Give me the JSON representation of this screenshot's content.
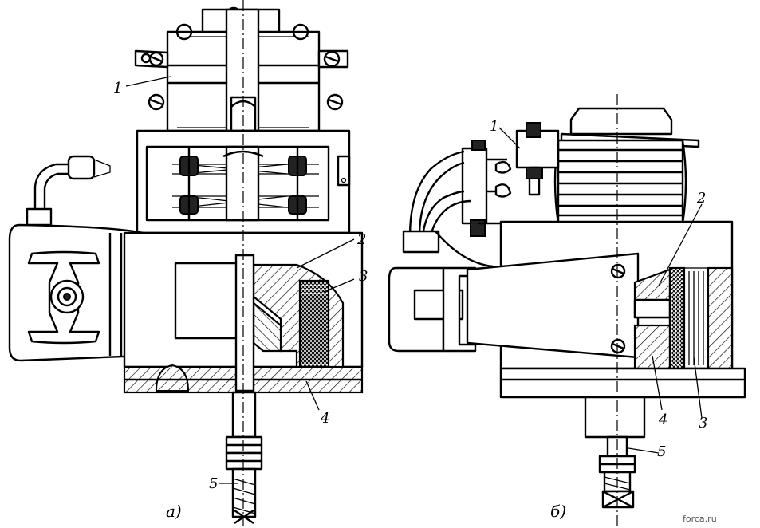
{
  "figure": {
    "view_a": {
      "caption": "а)",
      "labels": {
        "l1": "1",
        "l2": "2",
        "l3": "3",
        "l4": "4",
        "l5": "5"
      }
    },
    "view_b": {
      "caption": "б)",
      "labels": {
        "l1": "1",
        "l2": "2",
        "l3": "3",
        "l4": "4",
        "l5": "5"
      }
    },
    "watermark": "forca.ru"
  }
}
